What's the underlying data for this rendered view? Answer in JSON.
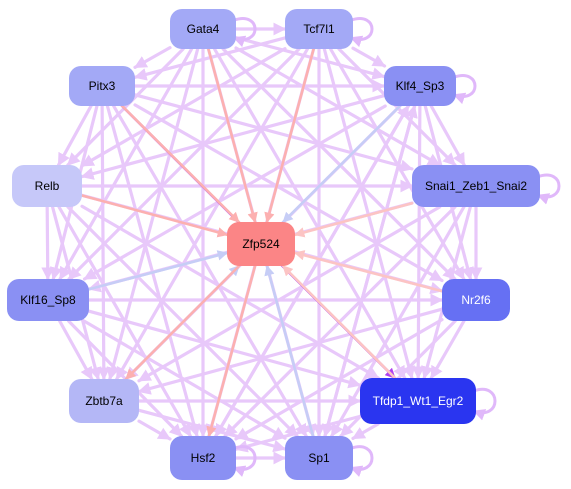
{
  "central_node": "Zfp524",
  "nodes": [
    {
      "id": "gata4",
      "label": "Gata4",
      "fill": "#a3a9f6",
      "text_color": "#000000"
    },
    {
      "id": "tcf7l1",
      "label": "Tcf7l1",
      "fill": "#a3a9f6",
      "text_color": "#000000"
    },
    {
      "id": "pitx3",
      "label": "Pitx3",
      "fill": "#a3a9f6",
      "text_color": "#000000"
    },
    {
      "id": "klf4-sp3",
      "label": "Klf4_Sp3",
      "fill": "#8a90f3",
      "text_color": "#000000"
    },
    {
      "id": "relb",
      "label": "Relb",
      "fill": "#c6c8f9",
      "text_color": "#000000"
    },
    {
      "id": "snai1",
      "label": "Snai1_Zeb1_Snai2",
      "fill": "#8a90f3",
      "text_color": "#000000"
    },
    {
      "id": "zfp524",
      "label": "Zfp524",
      "fill": "#fb8586",
      "text_color": "#000000"
    },
    {
      "id": "klf16-sp8",
      "label": "Klf16_Sp8",
      "fill": "#8a90f3",
      "text_color": "#000000"
    },
    {
      "id": "nr2f6",
      "label": "Nr2f6",
      "fill": "#6670f3",
      "text_color": "#ffffff"
    },
    {
      "id": "zbtb7a",
      "label": "Zbtb7a",
      "fill": "#b4b7f6",
      "text_color": "#000000"
    },
    {
      "id": "tfdp1",
      "label": "Tfdp1_Wt1_Egr2",
      "fill": "#2a35f0",
      "text_color": "#ffffff"
    },
    {
      "id": "hsf2",
      "label": "Hsf2",
      "fill": "#8a90f3",
      "text_color": "#000000"
    },
    {
      "id": "sp1",
      "label": "Sp1",
      "fill": "#8a90f3",
      "text_color": "#000000"
    }
  ],
  "edges": [
    {
      "from": "pitx3",
      "to": "tfdp1",
      "color": "#b040f0"
    },
    {
      "from": "gata4",
      "to": "zfp524",
      "color": "#fcb0b0"
    },
    {
      "from": "tcf7l1",
      "to": "zfp524",
      "color": "#fcb0b0"
    },
    {
      "from": "pitx3",
      "to": "zfp524",
      "color": "#fcb0b0"
    },
    {
      "from": "klf4-sp3",
      "to": "zfp524",
      "color": "#c6cdf6"
    },
    {
      "from": "relb",
      "to": "zfp524",
      "color": "#fcb0b0"
    },
    {
      "from": "snai1",
      "to": "zfp524",
      "color": "#fcc4c4"
    },
    {
      "from": "klf16-sp8",
      "to": "zfp524",
      "color": "#c6cdf6"
    },
    {
      "from": "nr2f6",
      "to": "zfp524",
      "color": "#fcc4c4"
    },
    {
      "from": "tfdp1",
      "to": "zfp524",
      "color": "#fcc4c4"
    },
    {
      "from": "sp1",
      "to": "zfp524",
      "color": "#c6cdf6"
    },
    {
      "from": "zbtb7a",
      "to": "zfp524",
      "color": "#c6cdf6"
    },
    {
      "from": "zfp524",
      "to": "hsf2",
      "color": "#fcb0b0"
    },
    {
      "from": "zfp524",
      "to": "zbtb7a",
      "color": "#fcb0b0"
    },
    {
      "from": "gata4",
      "to": "tcf7l1",
      "color": "#e8c8fa"
    },
    {
      "from": "gata4",
      "to": "pitx3",
      "color": "#e8c8fa"
    },
    {
      "from": "tcf7l1",
      "to": "klf4-sp3",
      "color": "#e8c8fa"
    },
    {
      "from": "pitx3",
      "to": "relb",
      "color": "#e8c8fa"
    },
    {
      "from": "klf4-sp3",
      "to": "snai1",
      "color": "#e8c8fa"
    },
    {
      "from": "relb",
      "to": "klf16-sp8",
      "color": "#e8c8fa"
    },
    {
      "from": "snai1",
      "to": "nr2f6",
      "color": "#e8c8fa"
    },
    {
      "from": "klf16-sp8",
      "to": "zbtb7a",
      "color": "#e8c8fa"
    },
    {
      "from": "nr2f6",
      "to": "tfdp1",
      "color": "#e8c8fa"
    },
    {
      "from": "zbtb7a",
      "to": "hsf2",
      "color": "#e8c8fa"
    },
    {
      "from": "tfdp1",
      "to": "sp1",
      "color": "#e8c8fa"
    },
    {
      "from": "hsf2",
      "to": "sp1",
      "color": "#e8c8fa"
    },
    {
      "from": "gata4",
      "to": "klf4-sp3",
      "color": "#e8c8fa"
    },
    {
      "from": "gata4",
      "to": "snai1",
      "color": "#e8c8fa"
    },
    {
      "from": "gata4",
      "to": "nr2f6",
      "color": "#e8c8fa"
    },
    {
      "from": "gata4",
      "to": "tfdp1",
      "color": "#e8c8fa"
    },
    {
      "from": "gata4",
      "to": "sp1",
      "color": "#e8c8fa"
    },
    {
      "from": "gata4",
      "to": "hsf2",
      "color": "#e8c8fa"
    },
    {
      "from": "gata4",
      "to": "zbtb7a",
      "color": "#e8c8fa"
    },
    {
      "from": "gata4",
      "to": "klf16-sp8",
      "color": "#e8c8fa"
    },
    {
      "from": "gata4",
      "to": "relb",
      "color": "#e8c8fa"
    },
    {
      "from": "tcf7l1",
      "to": "pitx3",
      "color": "#e8c8fa"
    },
    {
      "from": "tcf7l1",
      "to": "relb",
      "color": "#e8c8fa"
    },
    {
      "from": "tcf7l1",
      "to": "klf16-sp8",
      "color": "#e8c8fa"
    },
    {
      "from": "tcf7l1",
      "to": "zbtb7a",
      "color": "#e8c8fa"
    },
    {
      "from": "tcf7l1",
      "to": "hsf2",
      "color": "#e8c8fa"
    },
    {
      "from": "tcf7l1",
      "to": "sp1",
      "color": "#e8c8fa"
    },
    {
      "from": "tcf7l1",
      "to": "tfdp1",
      "color": "#e8c8fa"
    },
    {
      "from": "tcf7l1",
      "to": "nr2f6",
      "color": "#e8c8fa"
    },
    {
      "from": "tcf7l1",
      "to": "snai1",
      "color": "#e8c8fa"
    },
    {
      "from": "pitx3",
      "to": "klf4-sp3",
      "color": "#e8c8fa"
    },
    {
      "from": "pitx3",
      "to": "snai1",
      "color": "#e8c8fa"
    },
    {
      "from": "pitx3",
      "to": "nr2f6",
      "color": "#e8c8fa"
    },
    {
      "from": "pitx3",
      "to": "sp1",
      "color": "#e8c8fa"
    },
    {
      "from": "pitx3",
      "to": "hsf2",
      "color": "#e8c8fa"
    },
    {
      "from": "pitx3",
      "to": "zbtb7a",
      "color": "#e8c8fa"
    },
    {
      "from": "pitx3",
      "to": "klf16-sp8",
      "color": "#e8c8fa"
    },
    {
      "from": "klf4-sp3",
      "to": "relb",
      "color": "#e8c8fa"
    },
    {
      "from": "klf4-sp3",
      "to": "klf16-sp8",
      "color": "#e8c8fa"
    },
    {
      "from": "klf4-sp3",
      "to": "zbtb7a",
      "color": "#e8c8fa"
    },
    {
      "from": "klf4-sp3",
      "to": "hsf2",
      "color": "#e8c8fa"
    },
    {
      "from": "klf4-sp3",
      "to": "sp1",
      "color": "#e8c8fa"
    },
    {
      "from": "klf4-sp3",
      "to": "tfdp1",
      "color": "#e8c8fa"
    },
    {
      "from": "klf4-sp3",
      "to": "nr2f6",
      "color": "#e8c8fa"
    },
    {
      "from": "relb",
      "to": "snai1",
      "color": "#e8c8fa"
    },
    {
      "from": "relb",
      "to": "nr2f6",
      "color": "#e8c8fa"
    },
    {
      "from": "relb",
      "to": "tfdp1",
      "color": "#e8c8fa"
    },
    {
      "from": "relb",
      "to": "sp1",
      "color": "#e8c8fa"
    },
    {
      "from": "relb",
      "to": "hsf2",
      "color": "#e8c8fa"
    },
    {
      "from": "relb",
      "to": "zbtb7a",
      "color": "#e8c8fa"
    },
    {
      "from": "snai1",
      "to": "klf16-sp8",
      "color": "#e8c8fa"
    },
    {
      "from": "snai1",
      "to": "zbtb7a",
      "color": "#e8c8fa"
    },
    {
      "from": "snai1",
      "to": "hsf2",
      "color": "#e8c8fa"
    },
    {
      "from": "snai1",
      "to": "sp1",
      "color": "#e8c8fa"
    },
    {
      "from": "snai1",
      "to": "tfdp1",
      "color": "#e8c8fa"
    },
    {
      "from": "klf16-sp8",
      "to": "nr2f6",
      "color": "#e8c8fa"
    },
    {
      "from": "klf16-sp8",
      "to": "tfdp1",
      "color": "#e8c8fa"
    },
    {
      "from": "klf16-sp8",
      "to": "sp1",
      "color": "#e8c8fa"
    },
    {
      "from": "klf16-sp8",
      "to": "hsf2",
      "color": "#e8c8fa"
    },
    {
      "from": "nr2f6",
      "to": "zbtb7a",
      "color": "#e8c8fa"
    },
    {
      "from": "nr2f6",
      "to": "hsf2",
      "color": "#e8c8fa"
    },
    {
      "from": "nr2f6",
      "to": "sp1",
      "color": "#e8c8fa"
    },
    {
      "from": "zbtb7a",
      "to": "tfdp1",
      "color": "#e8c8fa"
    },
    {
      "from": "zbtb7a",
      "to": "sp1",
      "color": "#e8c8fa"
    },
    {
      "from": "tfdp1",
      "to": "hsf2",
      "color": "#e8c8fa"
    },
    {
      "from": "sp1",
      "to": "klf4-sp3",
      "color": "#e8c8fa"
    },
    {
      "from": "hsf2",
      "to": "klf4-sp3",
      "color": "#e8c8fa"
    }
  ],
  "self_loops": [
    "gata4",
    "tcf7l1",
    "klf4-sp3",
    "snai1",
    "tfdp1",
    "hsf2",
    "sp1"
  ]
}
